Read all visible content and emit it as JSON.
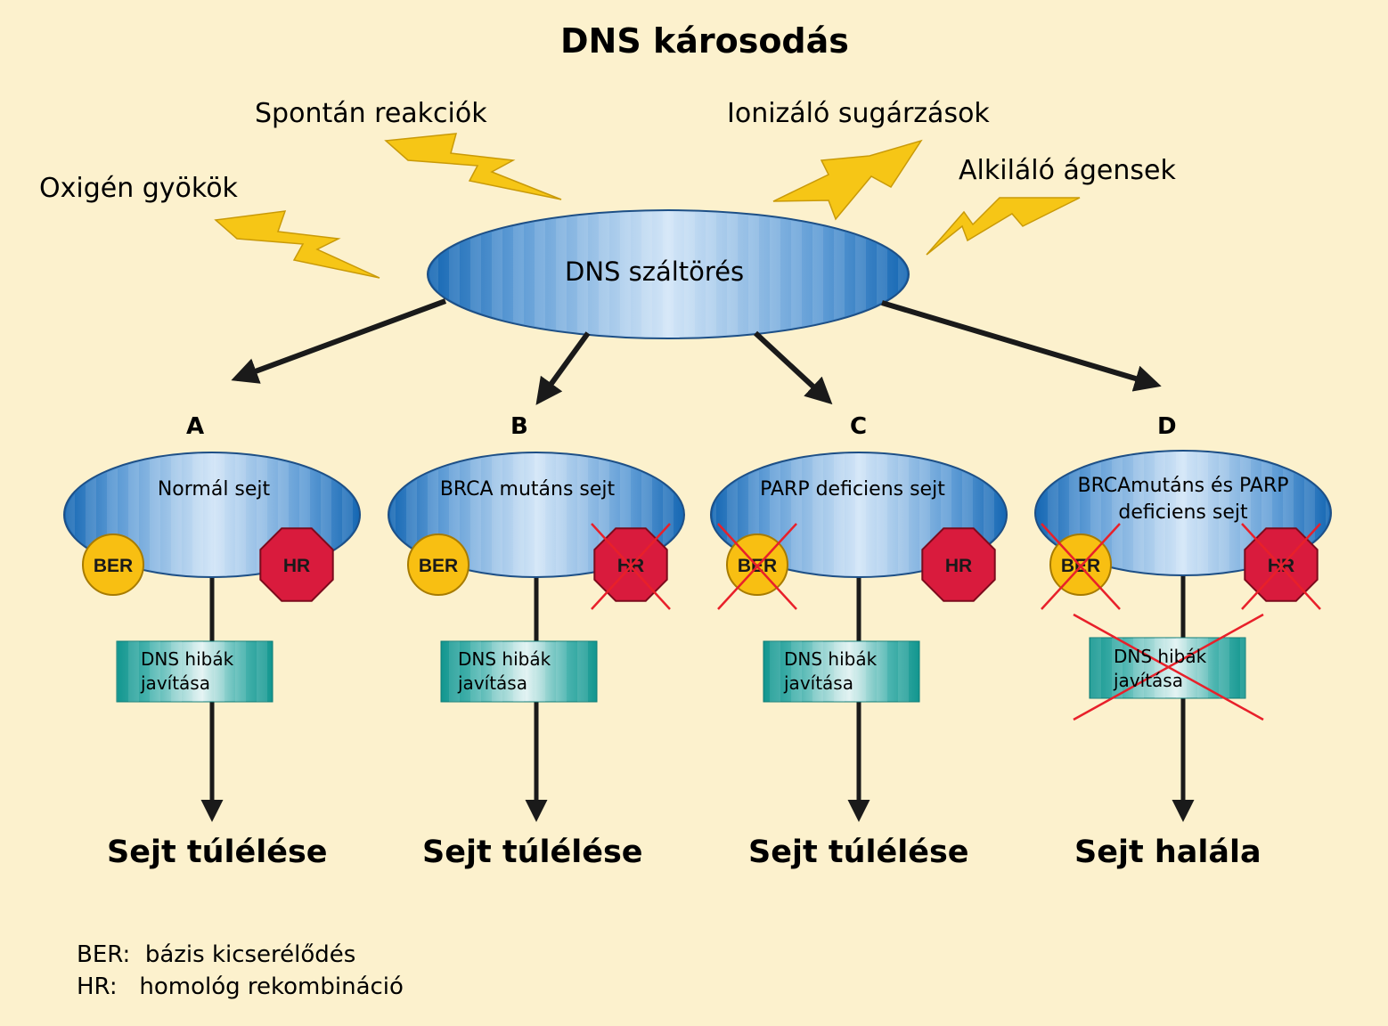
{
  "title": "DNS károsodás",
  "sources": {
    "oxygen": "Oxigén gyökök",
    "spontaneous": "Spontán reakciók",
    "ionizing": "Ionizáló sugárzások",
    "alkylating": "Alkiláló ágensek"
  },
  "hub": {
    "label": "DNS száltörés"
  },
  "columns": [
    {
      "letter": "A",
      "cell_label": "Normál sejt",
      "ber": "BER",
      "hr": "HR",
      "repair": "DNS hibák javítása",
      "outcome": "Sejt túlélése",
      "ber_blocked": false,
      "hr_blocked": false,
      "repair_blocked": false
    },
    {
      "letter": "B",
      "cell_label": "BRCA mutáns sejt",
      "ber": "BER",
      "hr": "HR",
      "repair": "DNS hibák javítása",
      "outcome": "Sejt túlélése",
      "ber_blocked": false,
      "hr_blocked": true,
      "repair_blocked": false
    },
    {
      "letter": "C",
      "cell_label": "PARP deficiens sejt",
      "ber": "BER",
      "hr": "HR",
      "repair": "DNS hibák javítása",
      "outcome": "Sejt túlélése",
      "ber_blocked": true,
      "hr_blocked": false,
      "repair_blocked": false
    },
    {
      "letter": "D",
      "cell_label": "BRCAmutáns és PARP deficiens sejt",
      "ber": "BER",
      "hr": "HR",
      "repair": "DNS hibák javítása",
      "outcome": "Sejt halála",
      "ber_blocked": true,
      "hr_blocked": true,
      "repair_blocked": true
    }
  ],
  "legend": {
    "ber": "BER:  bázis kicserélődés",
    "hr": "HR:   homológ rekombináció"
  },
  "colors": {
    "background": "#fcf1cd",
    "ber": "#f8bf12",
    "hr": "#d91b3d",
    "repair_box": "#1fa39b",
    "cross": "#e8202a",
    "bolt": "#f6c616"
  }
}
